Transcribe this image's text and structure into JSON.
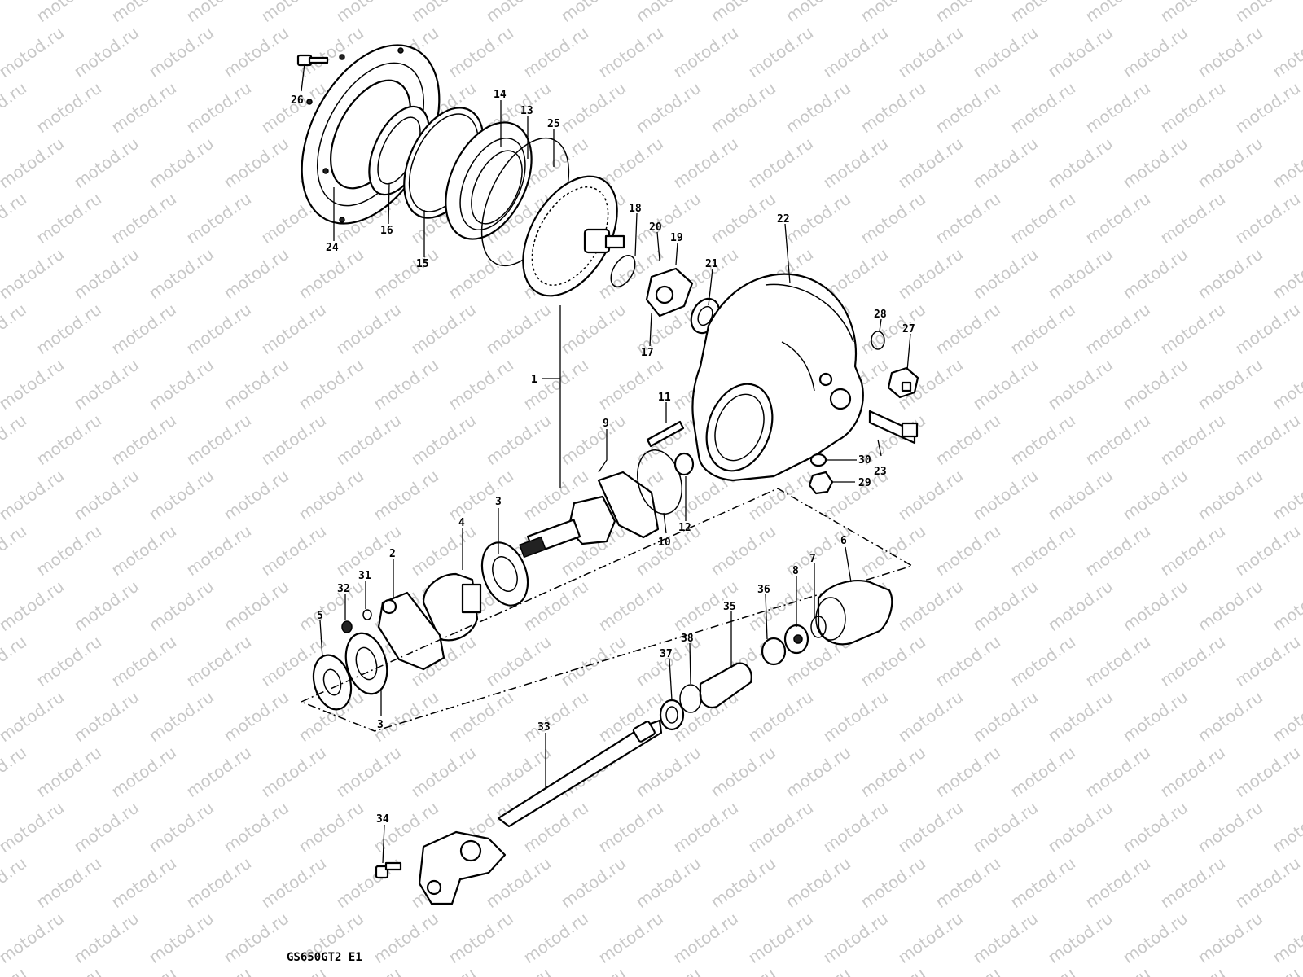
{
  "watermark": {
    "text": "motod.ru"
  },
  "diagram_code": "GS650GT2 E1",
  "callouts": [
    {
      "id": "26",
      "label": "26"
    },
    {
      "id": "24",
      "label": "24"
    },
    {
      "id": "16",
      "label": "16"
    },
    {
      "id": "15",
      "label": "15"
    },
    {
      "id": "14",
      "label": "14"
    },
    {
      "id": "13",
      "label": "13"
    },
    {
      "id": "25",
      "label": "25"
    },
    {
      "id": "18",
      "label": "18"
    },
    {
      "id": "20",
      "label": "20"
    },
    {
      "id": "19",
      "label": "19"
    },
    {
      "id": "21",
      "label": "21"
    },
    {
      "id": "17",
      "label": "17"
    },
    {
      "id": "22",
      "label": "22"
    },
    {
      "id": "28",
      "label": "28"
    },
    {
      "id": "27",
      "label": "27"
    },
    {
      "id": "1",
      "label": "1"
    },
    {
      "id": "11",
      "label": "11"
    },
    {
      "id": "9",
      "label": "9"
    },
    {
      "id": "23",
      "label": "23"
    },
    {
      "id": "30",
      "label": "30"
    },
    {
      "id": "29",
      "label": "29"
    },
    {
      "id": "3a",
      "label": "3"
    },
    {
      "id": "4",
      "label": "4"
    },
    {
      "id": "2",
      "label": "2"
    },
    {
      "id": "31",
      "label": "31"
    },
    {
      "id": "32",
      "label": "32"
    },
    {
      "id": "5",
      "label": "5"
    },
    {
      "id": "3b",
      "label": "3"
    },
    {
      "id": "10",
      "label": "10"
    },
    {
      "id": "12",
      "label": "12"
    },
    {
      "id": "6",
      "label": "6"
    },
    {
      "id": "7",
      "label": "7"
    },
    {
      "id": "8",
      "label": "8"
    },
    {
      "id": "36",
      "label": "36"
    },
    {
      "id": "35",
      "label": "35"
    },
    {
      "id": "38",
      "label": "38"
    },
    {
      "id": "37",
      "label": "37"
    },
    {
      "id": "33",
      "label": "33"
    },
    {
      "id": "34",
      "label": "34"
    }
  ]
}
